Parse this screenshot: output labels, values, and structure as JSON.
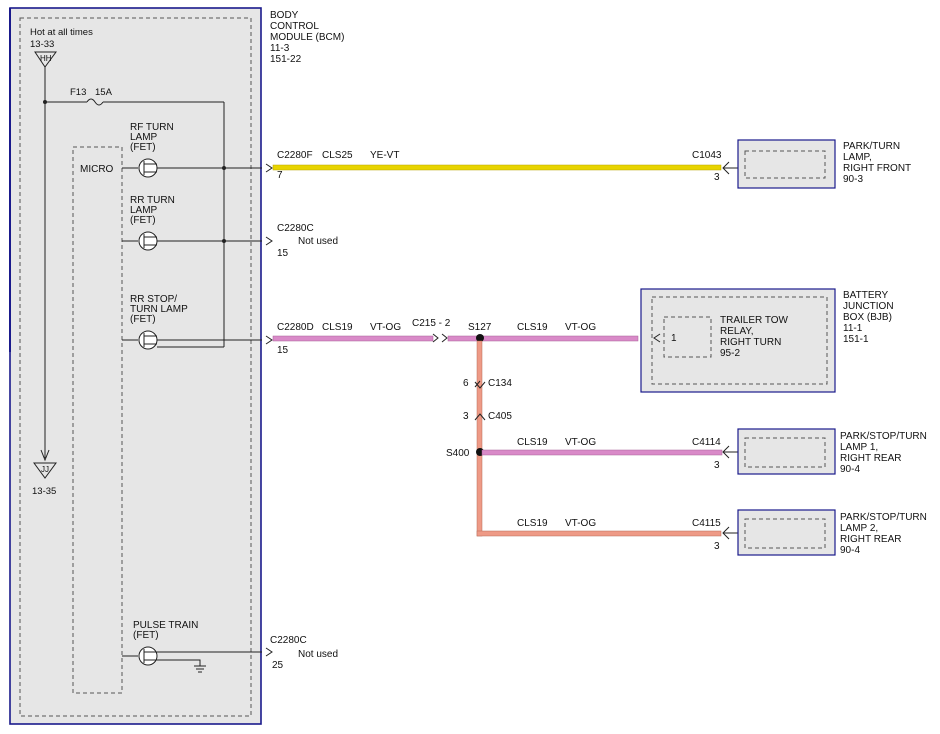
{
  "bcm": {
    "title_lines": [
      "BODY",
      "CONTROL",
      "MODULE (BCM)",
      "11-3",
      "151-22"
    ],
    "hot_label": "Hot at all times",
    "hot_ref": "13-33",
    "hot_connector": "HH",
    "ground_connector": "JJ",
    "ground_ref": "13-35",
    "fuse_label": "F13",
    "fuse_rating": "15A",
    "micro_label": "MICRO",
    "fets": [
      {
        "lines": [
          "RF TURN",
          "LAMP",
          "(FET)"
        ]
      },
      {
        "lines": [
          "RR TURN",
          "LAMP",
          "(FET)"
        ]
      },
      {
        "lines": [
          "RR STOP/",
          "TURN LAMP",
          "(FET)"
        ]
      },
      {
        "lines": [
          "PULSE TRAIN",
          "(FET)"
        ]
      }
    ]
  },
  "circuits": {
    "rf": {
      "connector": "C2280F",
      "pin": "7",
      "circuit": "CLS25",
      "color": "YE-VT",
      "far_connector": "C1043",
      "far_pin": "3"
    },
    "rr": {
      "connector": "C2280C",
      "pin": "15",
      "note": "Not used"
    },
    "rrstop": {
      "connector": "C2280D",
      "pin": "15",
      "circuit": "CLS19",
      "color": "VT-OG",
      "inline": "C215 - 2",
      "splice": "S127",
      "circuit2": "CLS19",
      "color2": "VT-OG"
    },
    "c134": {
      "pin": "6",
      "label": "C134"
    },
    "c405": {
      "pin": "3",
      "label": "C405"
    },
    "s400": {
      "label": "S400",
      "circuit": "CLS19",
      "color": "VT-OG",
      "connector": "C4114",
      "pin": "3"
    },
    "lower": {
      "circuit": "CLS19",
      "color": "VT-OG",
      "connector": "C4115",
      "pin": "3"
    },
    "pulse": {
      "connector": "C2280C",
      "pin": "25",
      "note": "Not used"
    }
  },
  "components": {
    "rf_lamp": {
      "lines": [
        "PARK/TURN",
        "LAMP,",
        "RIGHT FRONT",
        "90-3"
      ]
    },
    "bjb": {
      "lines": [
        "BATTERY",
        "JUNCTION",
        "BOX (BJB)",
        "11-1",
        "151-1"
      ],
      "relay_lines": [
        "TRAILER TOW",
        "RELAY,",
        "RIGHT TURN",
        "95-2"
      ],
      "relay_pin": "1"
    },
    "lamp1": {
      "lines": [
        "PARK/STOP/TURN",
        "LAMP 1,",
        "RIGHT REAR",
        "90-4"
      ]
    },
    "lamp2": {
      "lines": [
        "PARK/STOP/TURN",
        "LAMP 2,",
        "RIGHT REAR",
        "90-4"
      ]
    }
  },
  "colors": {
    "module_border": "#1a1a8c",
    "module_fill": "#e6e6e6",
    "wire_yellow": "#e8d400",
    "wire_pink": "#d98ac8",
    "wire_salmon": "#ee9a86"
  }
}
